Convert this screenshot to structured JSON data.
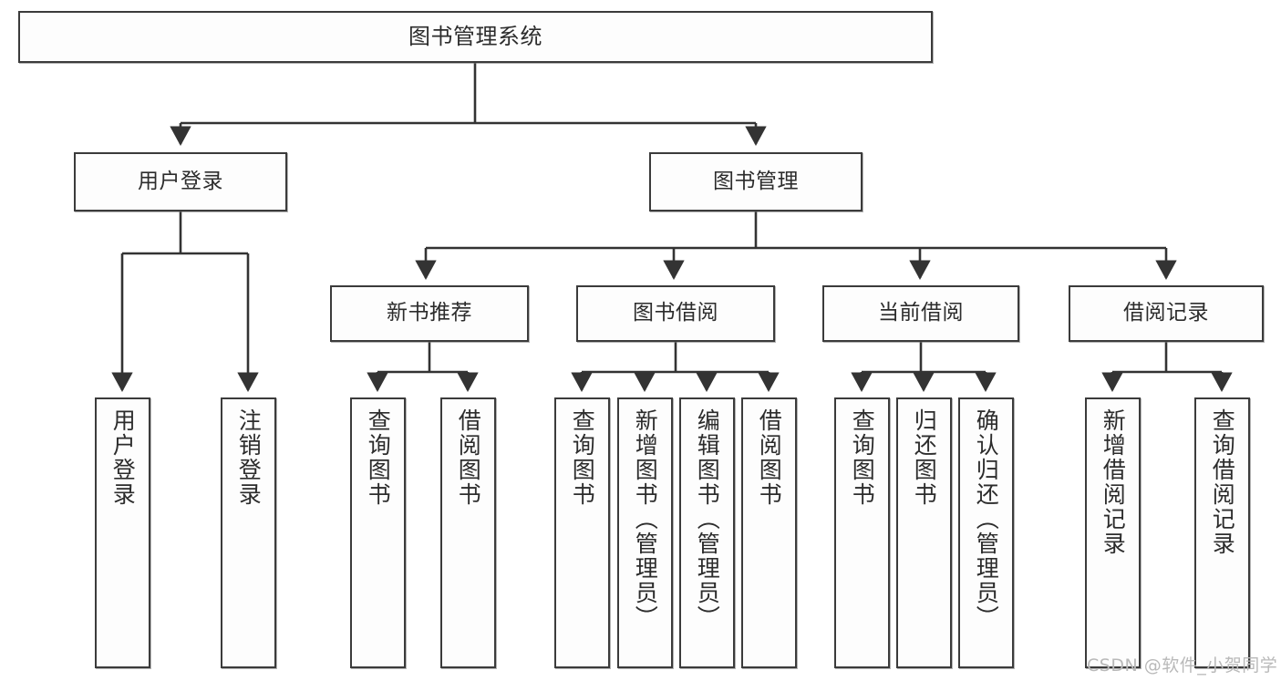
{
  "diagram": {
    "title": "图书管理系统",
    "type": "tree-hierarchy",
    "colors": {
      "box_border": "#3b3b3b",
      "box_fill": "#fdfdfd",
      "connector": "#333333",
      "text": "#2c2c2c",
      "watermark": "#b9b9b9"
    },
    "root": {
      "label": "图书管理系统"
    },
    "level2": [
      {
        "label": "用户登录"
      },
      {
        "label": "图书管理"
      }
    ],
    "level3": [
      {
        "label": "新书推荐"
      },
      {
        "label": "图书借阅"
      },
      {
        "label": "当前借阅"
      },
      {
        "label": "借阅记录"
      }
    ],
    "leaves": {
      "user_login": [
        {
          "label": "用户登录"
        },
        {
          "label": "注销登录"
        }
      ],
      "new_book_recommend": [
        {
          "label": "查询图书"
        },
        {
          "label": "借阅图书"
        }
      ],
      "book_borrow": [
        {
          "label": "查询图书"
        },
        {
          "label": "新增图书（管理员）"
        },
        {
          "label": "编辑图书（管理员）"
        },
        {
          "label": "借阅图书"
        }
      ],
      "current_borrow": [
        {
          "label": "查询图书"
        },
        {
          "label": "归还图书"
        },
        {
          "label": "确认归还（管理员）"
        }
      ],
      "borrow_record": [
        {
          "label": "新增借阅记录"
        },
        {
          "label": "查询借阅记录"
        }
      ]
    }
  },
  "watermark": {
    "text": "CSDN @软件_小贺同学"
  }
}
